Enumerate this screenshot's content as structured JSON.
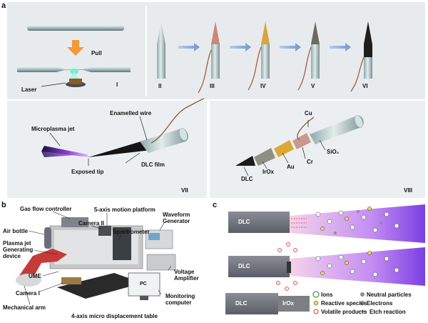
{
  "panel_a": {
    "letter": "a",
    "pull_label": "Pull",
    "laser_label": "Laser",
    "steps": [
      "I",
      "II",
      "III",
      "IV",
      "V",
      "VI"
    ],
    "sub_vii": {
      "roman": "VII",
      "microplasma_jet": "Microplasma jet",
      "enamelled_wire": "Enamelled wire",
      "dlc_film": "DLC film",
      "exposed_tip": "Exposed tip"
    },
    "sub_viii": {
      "roman": "VIII",
      "cu": "Cu",
      "sio2": "SiO₂",
      "cr": "Cr",
      "au": "Au",
      "irox": "IrOx",
      "dlc": "DLC"
    }
  },
  "panel_b": {
    "letter": "b",
    "labels": {
      "gas_flow_controller": "Gas flow controller",
      "five_axis": "5-axis  motion platform",
      "camera_ii": "Camera II",
      "waveform_generator": "Waveform Generator",
      "air_bottle": "Air bottle",
      "spectrometer": "Spectrometer",
      "plasma_jet": "Plasma jet Generating device",
      "voltage_amplifier": "Voltage Amplifier",
      "ume": "UME",
      "camera_i": "Camera I",
      "monitoring_computer": "Monitoring computer",
      "mechanical_arm": "Mechanical arm",
      "four_axis": "4-axis micro displacement table",
      "pc": "PC"
    }
  },
  "panel_c": {
    "letter": "c",
    "dlc": "DLC",
    "irox": "IrOx",
    "legend": {
      "ions": "Ions",
      "neutral": "Neutral particles",
      "reactive": "Reactive species",
      "electrons": "Electrons",
      "volatile": "Volatile products",
      "etch": "Etch reaction"
    }
  }
}
